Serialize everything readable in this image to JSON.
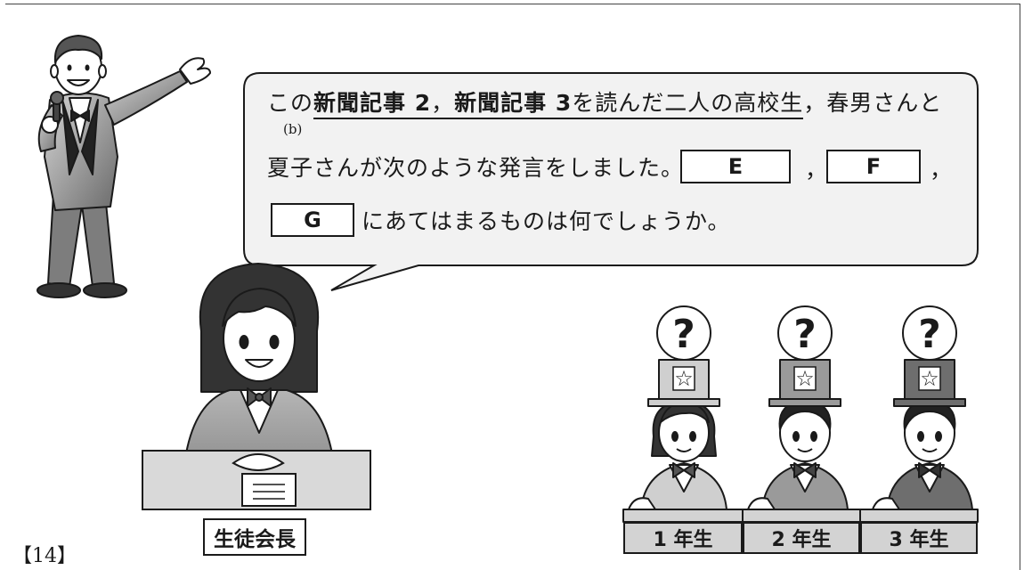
{
  "bubble": {
    "line1_pre": "この",
    "line1_bold1": "新聞記事 2",
    "line1_sep": "，",
    "line1_bold2": "新聞記事 3",
    "line1_under": "を読んだ二人の高校生",
    "line1_post": "，春男さんと",
    "ref_mark": "(b)",
    "line2_text": "夏子さんが次のような発言をしました。",
    "comma": "，",
    "line3_text": "にあてはまるものは何でしょうか。"
  },
  "answer_boxes": [
    "E",
    "F",
    "G"
  ],
  "quiz_symbol": "?",
  "star_symbol": "☆",
  "president_label": "生徒会長",
  "grades": [
    "1 年生",
    "2 年生",
    "3 年生"
  ],
  "question_number": "【14】",
  "colors": {
    "line": "#1a1a1a",
    "bubble_fill": "#f2f2f2",
    "desk": "#d9d9d9",
    "hat_1": "#cfcfcf",
    "hat_2": "#9a9a9a",
    "hat_3": "#6e6e6e"
  }
}
